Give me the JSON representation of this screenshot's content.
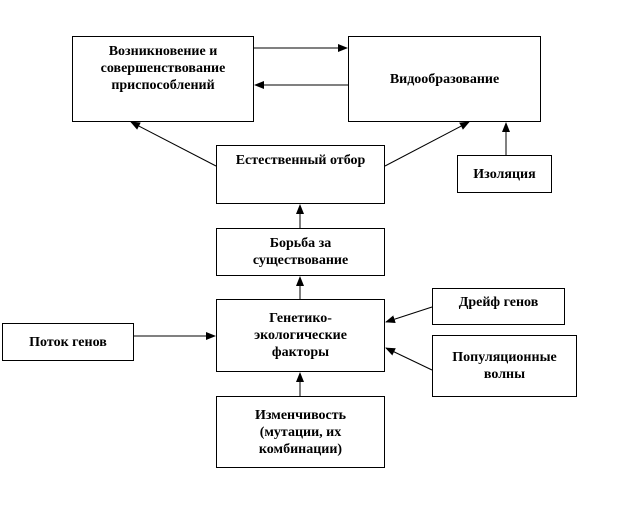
{
  "nodes": {
    "adaptation": "Возникновение и\nсовершенствование\nприспособлений",
    "speciation": "Видообразование",
    "selection": "Естественный отбор",
    "isolation": "Изоляция",
    "struggle": "Борьба за\nсуществование",
    "genetic_factors": "Генетико-\nэкологические\nфакторы",
    "gene_flow": "Поток генов",
    "genetic_drift": "Дрейф генов",
    "population_waves": "Популяционные\nволны",
    "variation": "Изменчивость\n(мутации, их\nкомбинации)"
  },
  "edges": [
    {
      "from": "variation",
      "to": "genetic_factors"
    },
    {
      "from": "gene_flow",
      "to": "genetic_factors"
    },
    {
      "from": "genetic_drift",
      "to": "genetic_factors"
    },
    {
      "from": "population_waves",
      "to": "genetic_factors"
    },
    {
      "from": "genetic_factors",
      "to": "struggle"
    },
    {
      "from": "struggle",
      "to": "selection"
    },
    {
      "from": "selection",
      "to": "adaptation"
    },
    {
      "from": "selection",
      "to": "speciation"
    },
    {
      "from": "isolation",
      "to": "speciation"
    },
    {
      "from": "adaptation",
      "to": "speciation"
    },
    {
      "from": "speciation",
      "to": "adaptation"
    }
  ],
  "colors": {
    "stroke": "#000000",
    "fill": "#ffffff",
    "text": "#000000"
  }
}
